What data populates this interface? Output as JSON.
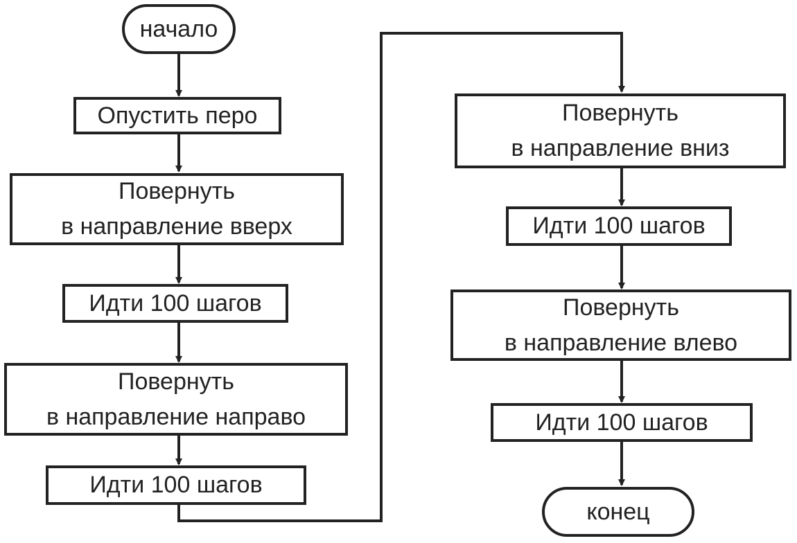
{
  "diagram": {
    "start": "начало",
    "pen_down": "Опустить перо",
    "turn_up": [
      "Повернуть",
      "в направление вверх"
    ],
    "step_1": "Идти 100 шагов",
    "turn_right": [
      "Повернуть",
      "в направление направо"
    ],
    "step_2": "Идти 100 шагов",
    "turn_down": [
      "Повернуть",
      "в направление вниз"
    ],
    "step_3": "Идти 100 шагов",
    "turn_left": [
      "Повернуть",
      "в направление влево"
    ],
    "step_4": "Идти 100 шагов",
    "end": "конец"
  },
  "colors": {
    "stroke": "#222222",
    "background": "#ffffff"
  }
}
